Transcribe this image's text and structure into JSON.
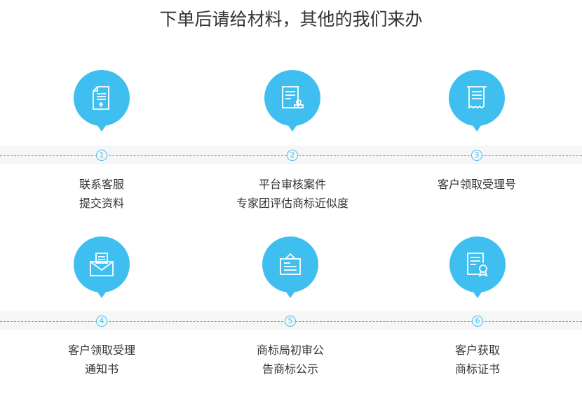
{
  "title": "下单后请给材料，其他的我们来办",
  "steps": [
    {
      "num": "1",
      "line1": "联系客服",
      "line2": "提交资料",
      "icon": "document-upload-icon"
    },
    {
      "num": "2",
      "line1": "平台审核案件",
      "line2": "专家团评估商标近似度",
      "icon": "document-stamp-icon"
    },
    {
      "num": "3",
      "line1": "客户领取受理号",
      "line2": "",
      "icon": "receipt-icon"
    },
    {
      "num": "4",
      "line1": "客户领取受理",
      "line2": "通知书",
      "icon": "envelope-icon"
    },
    {
      "num": "5",
      "line1": "商标局初审公",
      "line2": "告商标公示",
      "icon": "notice-board-icon"
    },
    {
      "num": "6",
      "line1": "客户获取",
      "line2": "商标证书",
      "icon": "certificate-icon"
    }
  ],
  "colors": {
    "accent": "#3fbfef"
  }
}
